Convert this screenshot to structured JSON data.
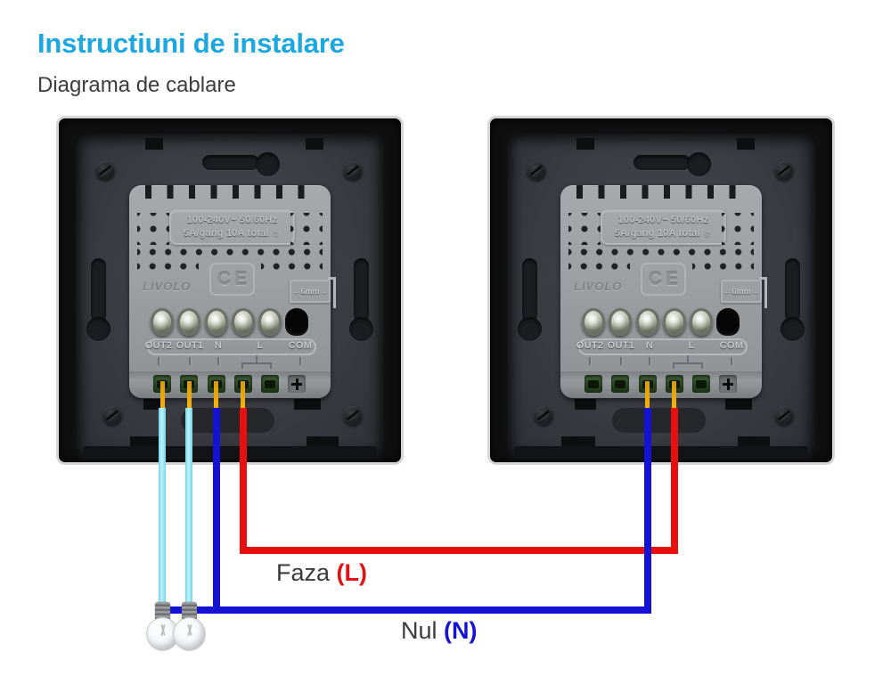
{
  "header": {
    "title": "Instructiuni de instalare",
    "subtitle": "Diagrama de cablare",
    "title_color": "#1ba7e0"
  },
  "module": {
    "rating_line1": "100-240V~ 50/60Hz",
    "rating_line2": "5A/gang 10A total",
    "dimmer_icon": "☼",
    "brand": "LIVOLO",
    "ce_mark": "CE",
    "wire_gauge": "←6mm→",
    "terminals": [
      "OUT2",
      "OUT1",
      "N",
      "L",
      "COM"
    ]
  },
  "wiring": {
    "phase_label": "Faza",
    "phase_symbol": "(L)",
    "neutral_label": "Nul",
    "neutral_symbol": "(N)",
    "lamp_count": 2,
    "colors": {
      "phase_wire": "#ea0f0f",
      "neutral_wire": "#1412d4",
      "load_wire": "#8fe4f2",
      "wire_tip": "#f0a60a"
    }
  }
}
